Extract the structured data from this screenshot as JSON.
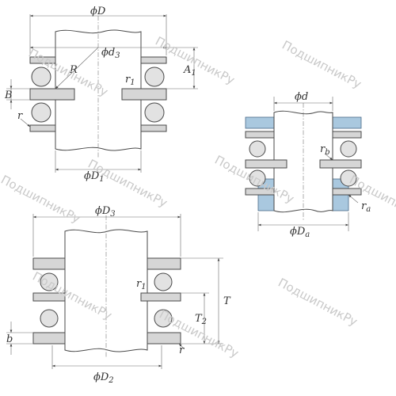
{
  "watermark": "ПодшипникРу",
  "fig1": {
    "D": "ϕD",
    "d3": "ϕd",
    "d3_sub": "3",
    "A": "A",
    "A_sub": "1",
    "R": "R",
    "r1": "r",
    "r1_sub": "1",
    "B": "B",
    "r": "r",
    "D1": "ϕD",
    "D1_sub": "1"
  },
  "fig2": {
    "d": "ϕd",
    "rb": "r",
    "rb_sub": "b",
    "ra": "r",
    "ra_sub": "a",
    "Da": "ϕD",
    "Da_sub": "a"
  },
  "fig3": {
    "D3": "ϕD",
    "D3_sub": "3",
    "r1": "r",
    "r1_sub": "1",
    "T": "T",
    "T2": "T",
    "T2_sub": "2",
    "b": "b",
    "r": "r",
    "D2": "ϕD",
    "D2_sub": "2"
  }
}
